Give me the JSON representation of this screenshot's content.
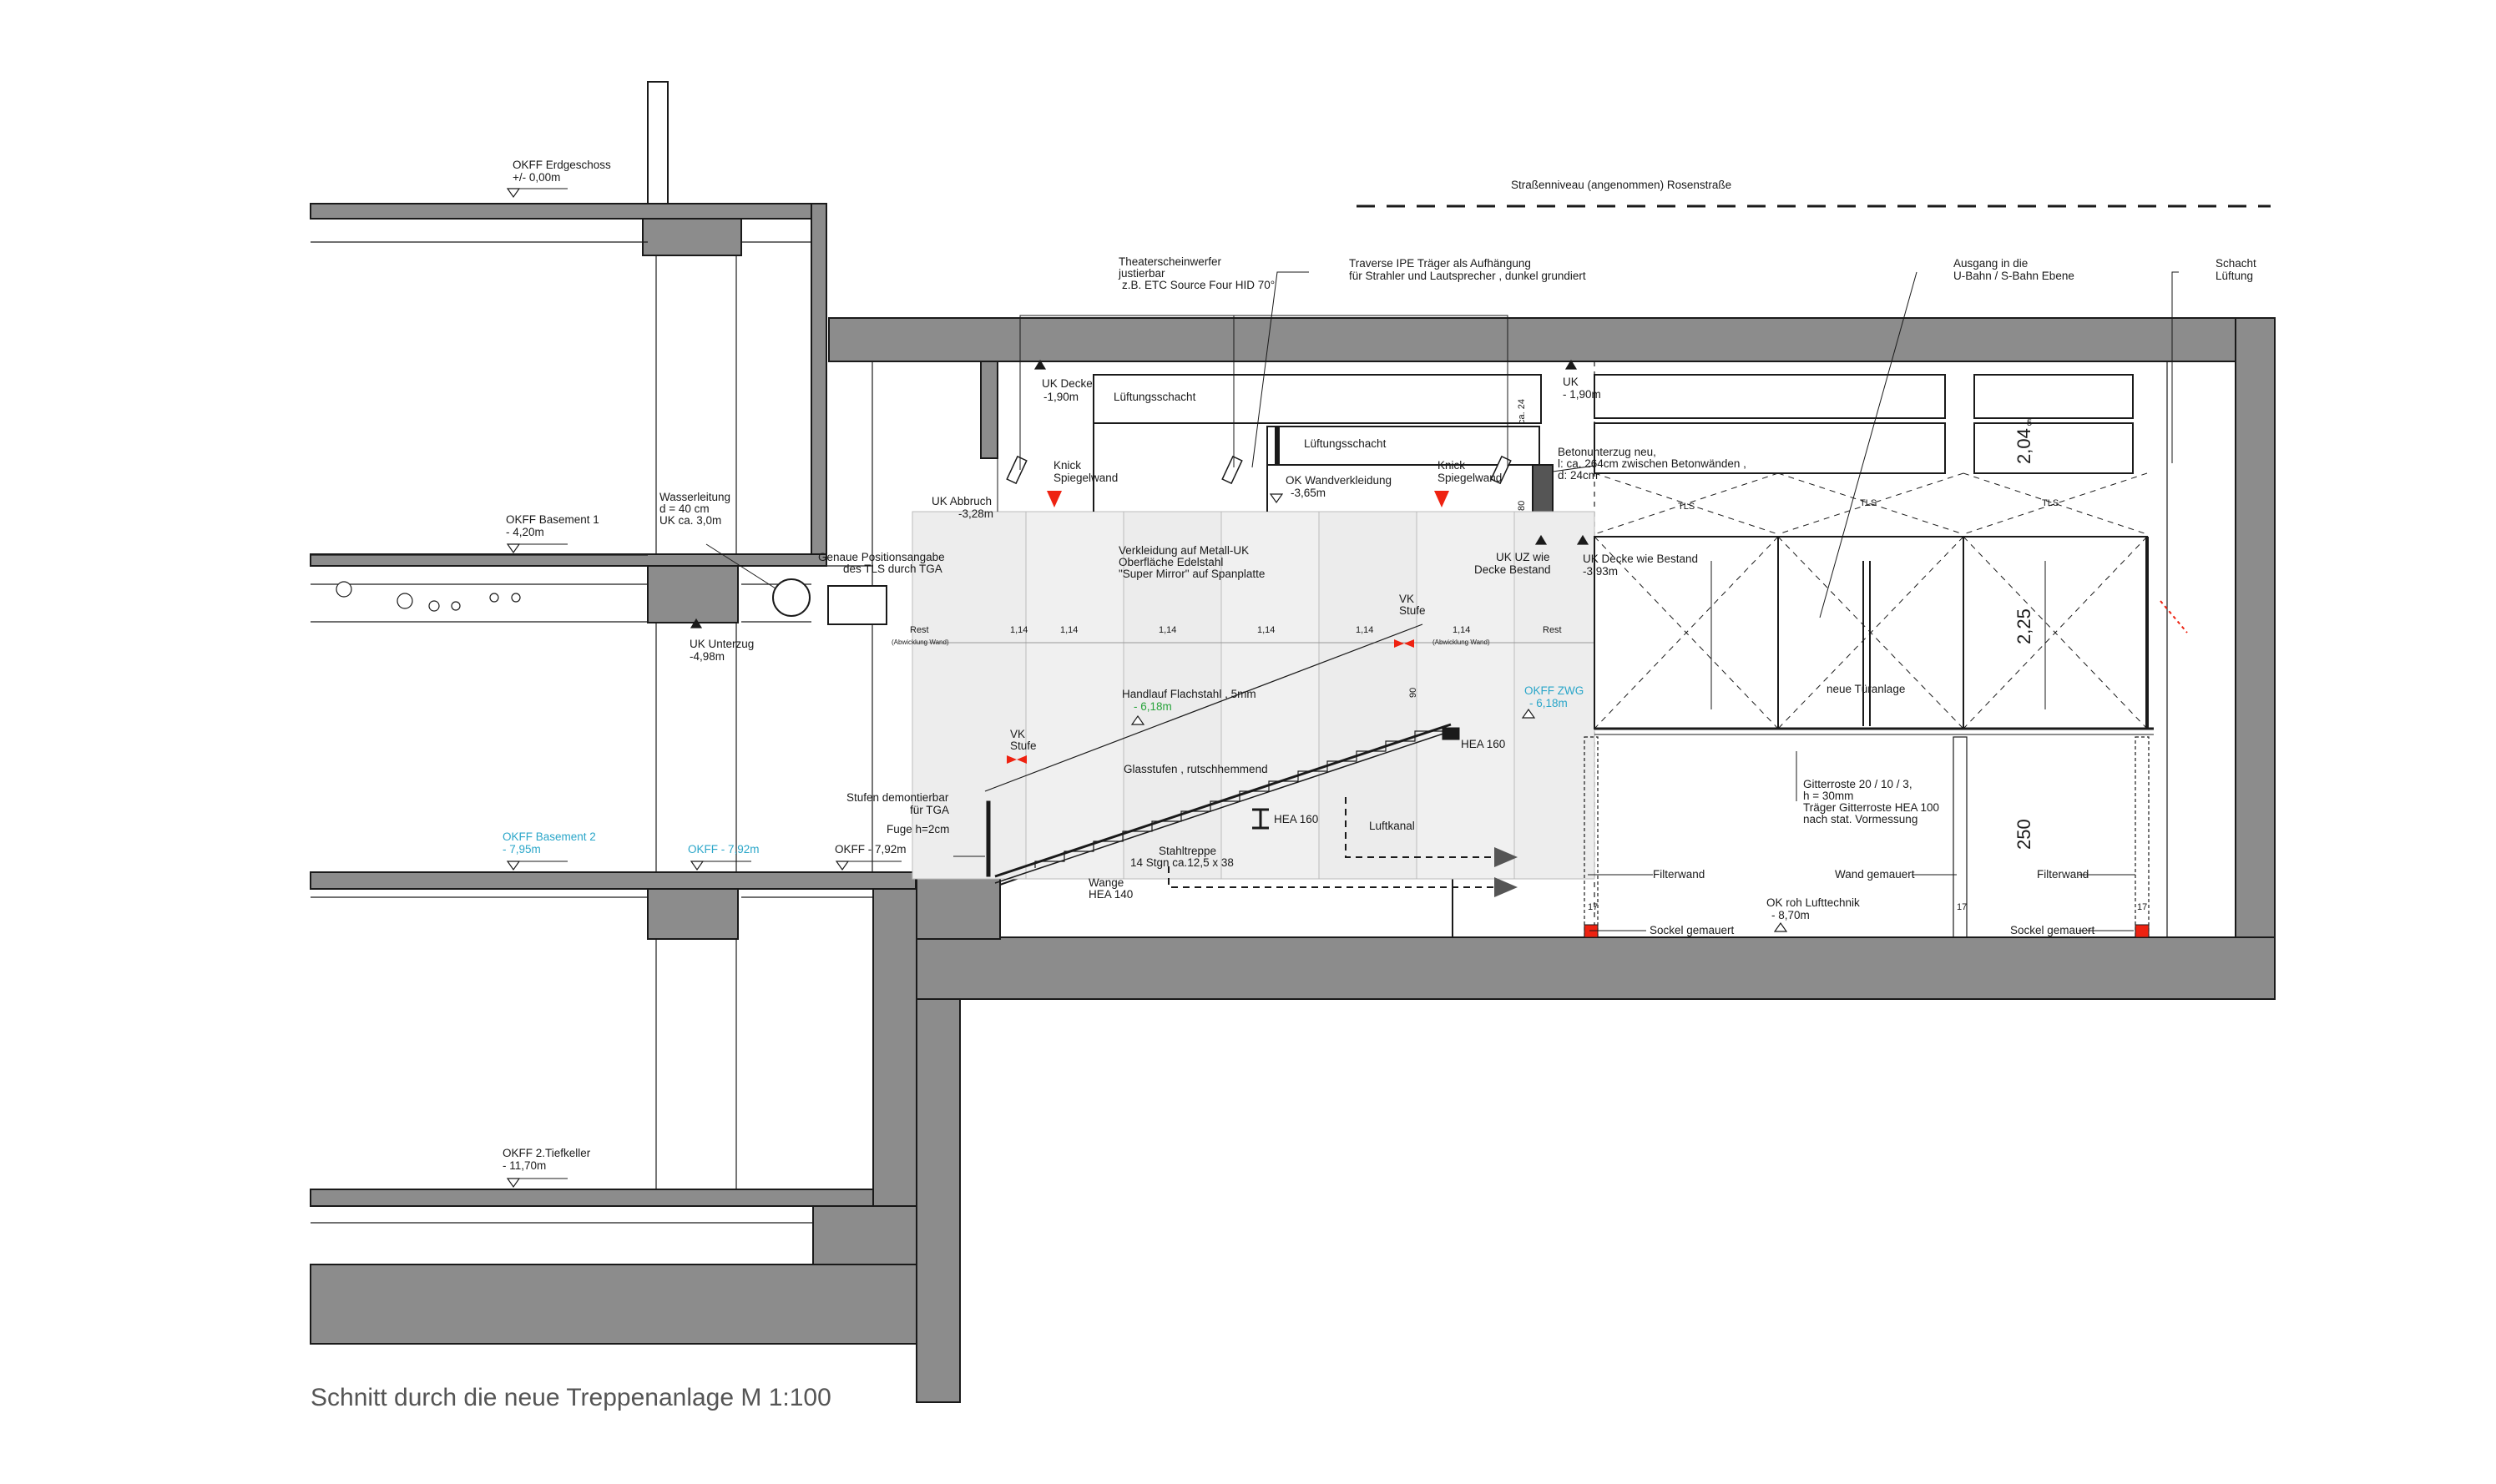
{
  "drawing": {
    "title": "Schnitt durch die neue Treppenanlage M 1:100",
    "colors": {
      "concrete": "#8c8c8c",
      "marker_red": "#ee2211",
      "cyan_text": "#2aa6c9",
      "green_text": "#27a33a",
      "glass_wall": "#ededed"
    },
    "levels": {
      "erdgeschoss": {
        "name": "OKFF Erdgeschoss",
        "value": "+/- 0,00m"
      },
      "basement1": {
        "name": "OKFF Basement 1",
        "value": "- 4,20m"
      },
      "basement2": {
        "name": "OKFF Basement 2",
        "value": "- 7,95m"
      },
      "okff792a": "OKFF - 7,92m",
      "okff792b": "OKFF - 7,92m",
      "tiefkeller": {
        "name": "OKFF 2.Tiefkeller",
        "value": "- 11,70m"
      },
      "zwg": {
        "name": "OKFF ZWG",
        "value": "- 6,18m"
      }
    },
    "labels": {
      "strassenniveau": "Straßenniveau  (angenommen)  Rosenstraße",
      "theater": [
        "Theaterscheinwerfer",
        "justierbar",
        "z.B. ETC Source Four HID 70°"
      ],
      "traverse": [
        "Traverse  IPE Träger als Aufhängung",
        "für Strahler und Lautsprecher , dunkel grundiert"
      ],
      "ausgang": [
        "Ausgang in die",
        "U-Bahn  / S-Bahn Ebene"
      ],
      "schacht": [
        "Schacht",
        "Lüftung"
      ],
      "uk_decke": [
        "UK Decke",
        "-1,90m"
      ],
      "uk_right": [
        "UK",
        "- 1,90m"
      ],
      "lueftung1": "Lüftungsschacht",
      "lueftung2": "Lüftungsschacht",
      "knick1": [
        "Knick",
        "Spiegelwand"
      ],
      "knick2": [
        "Knick",
        "Spiegelwand"
      ],
      "uk_abbruch": [
        "UK Abbruch",
        "-3,28m"
      ],
      "ok_wand": [
        "OK Wandverkleidung",
        "-3,65m"
      ],
      "betonunterzug": [
        "Betonunterzug neu,",
        "l: ca. 264cm  zwischen Betonwänden ,",
        "d: 24cm"
      ],
      "uk_uz": [
        "UK UZ wie",
        "Decke Bestand"
      ],
      "uk_decke_bestand": [
        "UK Decke wie Bestand",
        "-3,93m"
      ],
      "wasserleitung": [
        "Wasserleitung",
        "d = 40 cm",
        "UK ca. 3,0m"
      ],
      "positionsangabe": [
        "Genaue  Positionsangabe",
        "des TLS durch TGA"
      ],
      "uk_unterzug": [
        "UK Unterzug",
        "-4,98m"
      ],
      "verkleidung": [
        "Verkleidung  auf  Metall-UK",
        "Oberfläche  Edelstahl",
        "\"Super Mirror\" auf Spanplatte"
      ],
      "handlauf": "Handlauf Flachstahl , 5mm",
      "handlauf_level": "- 6,18m",
      "glasstufen": "Glasstufen , rutschhemmend",
      "vk_stufe1": [
        "VK",
        "Stufe"
      ],
      "vk_stufe2": [
        "VK",
        "Stufe"
      ],
      "stufen_demont": [
        "Stufen demontierbar",
        "für TGA"
      ],
      "fuge": "Fuge h=2cm",
      "hea160a": "HEA 160",
      "hea160b": "HEA 160",
      "stahltreppe": [
        "Stahltreppe",
        "14 Stgn ca.12,5 x 38"
      ],
      "wange": [
        "Wange",
        "HEA 140"
      ],
      "luftkanal": "Luftkanal",
      "tls": "TLS",
      "neue_tueranlage": "neue Türanlage",
      "gitterroste": [
        "Gitterroste  20 / 10 / 3,",
        "h = 30mm",
        "Träger Gitterroste  HEA 100",
        "nach stat. Vormessung"
      ],
      "filterwand1": "Filterwand",
      "filterwand2": "Filterwand",
      "wand_gemauert": "Wand gemauert",
      "ok_roh": [
        "OK roh Lufttechnik",
        "- 8,70m"
      ],
      "sockel1": "Sockel gemauert",
      "sockel2": "Sockel gemauert",
      "rest": "Rest",
      "abwicklung": "(Abwicklung Wand)",
      "panel_width": "1,14",
      "dim_204": "2,04",
      "dim_5": "5",
      "dim_225": "2,25",
      "dim_250": "250",
      "dim_ca24": "ca. 24",
      "dim_80": "80",
      "dim_90": "90",
      "dim_17": "17"
    }
  }
}
